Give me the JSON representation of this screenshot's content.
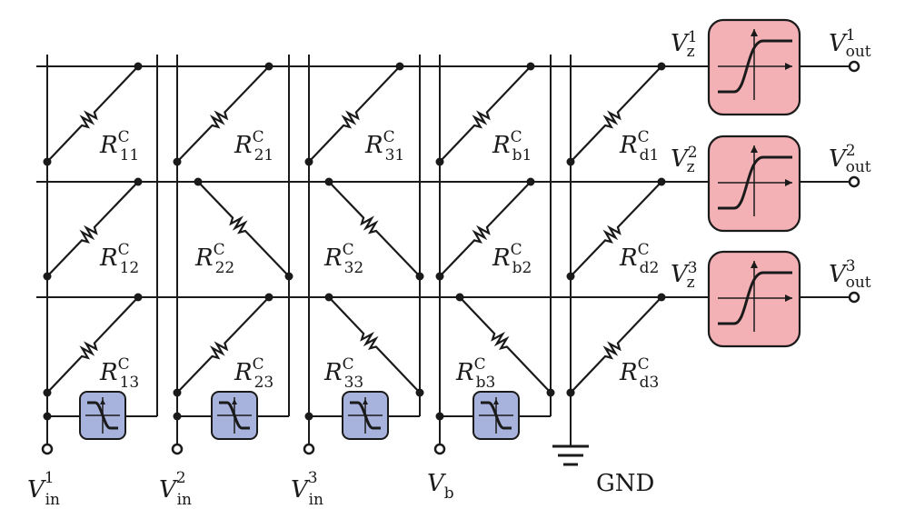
{
  "inputs": [
    {
      "base": "V",
      "sub": "in",
      "sup": "1"
    },
    {
      "base": "V",
      "sub": "in",
      "sup": "2"
    },
    {
      "base": "V",
      "sub": "in",
      "sup": "3"
    },
    {
      "base": "V",
      "sub": "b",
      "sup": ""
    }
  ],
  "ground_label": "GND",
  "resistors": [
    {
      "base": "R",
      "sup": "C",
      "sub": "11"
    },
    {
      "base": "R",
      "sup": "C",
      "sub": "12"
    },
    {
      "base": "R",
      "sup": "C",
      "sub": "13"
    },
    {
      "base": "R",
      "sup": "C",
      "sub": "21"
    },
    {
      "base": "R",
      "sup": "C",
      "sub": "22"
    },
    {
      "base": "R",
      "sup": "C",
      "sub": "23"
    },
    {
      "base": "R",
      "sup": "C",
      "sub": "31"
    },
    {
      "base": "R",
      "sup": "C",
      "sub": "32"
    },
    {
      "base": "R",
      "sup": "C",
      "sub": "33"
    },
    {
      "base": "R",
      "sup": "C",
      "sub": "b1"
    },
    {
      "base": "R",
      "sup": "C",
      "sub": "b2"
    },
    {
      "base": "R",
      "sup": "C",
      "sub": "b3"
    },
    {
      "base": "R",
      "sup": "C",
      "sub": "d1"
    },
    {
      "base": "R",
      "sup": "C",
      "sub": "d2"
    },
    {
      "base": "R",
      "sup": "C",
      "sub": "d3"
    }
  ],
  "outputs": [
    {
      "z_base": "V",
      "z_sub": "z",
      "z_sup": "1",
      "out_base": "V",
      "out_sub": "out",
      "out_sup": "1"
    },
    {
      "z_base": "V",
      "z_sub": "z",
      "z_sup": "2",
      "out_base": "V",
      "out_sub": "out",
      "out_sup": "2"
    },
    {
      "z_base": "V",
      "z_sub": "z",
      "z_sup": "3",
      "out_base": "V",
      "out_sub": "out",
      "out_sup": "3"
    }
  ],
  "colors": {
    "neuron_box": "#f3b1b6",
    "synapse_box": "#a7b3dc",
    "wire": "#1a1a1a"
  },
  "icons": {
    "neuron": "sigmoid-activation-icon",
    "synapse": "inverted-sigmoid-activation-icon",
    "ground": "ground-symbol-icon"
  }
}
